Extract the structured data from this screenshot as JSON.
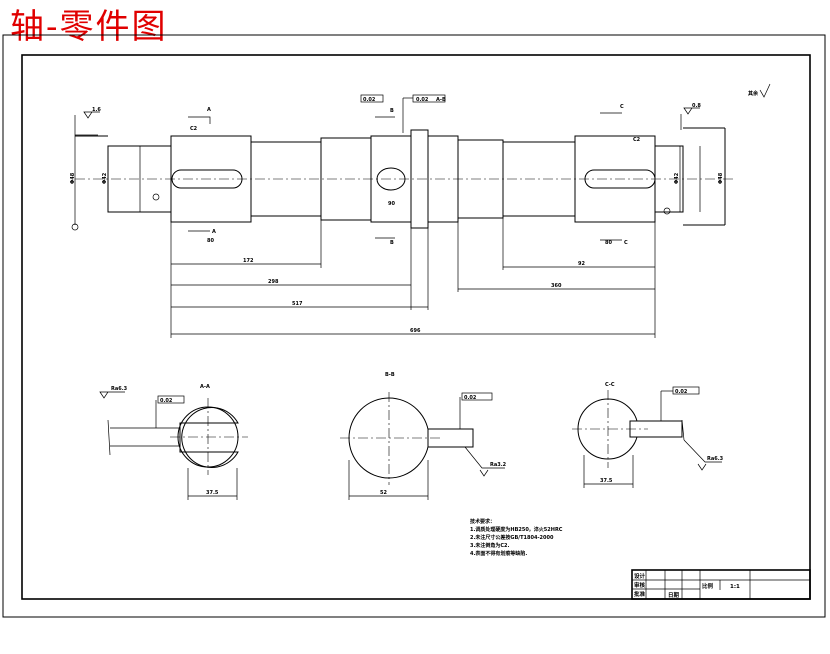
{
  "title": "轴-零件图",
  "colors": {
    "title": "#e00000",
    "line": "#000000"
  },
  "surface_finish": "其余",
  "sections": {
    "a": "A-A",
    "b": "B-B",
    "c": "C-C"
  },
  "cut_labels": {
    "a": "A",
    "b": "B",
    "c": "C"
  },
  "main_view": {
    "tol_frame_1": "0.02",
    "tol_frame_2": "0.02",
    "tol_frame_2_ref": "A-B",
    "roughness_left": "1.6",
    "roughness_right": "0.8",
    "chamfer_left": "C2",
    "chamfer_right": "C2",
    "diameters": {
      "left_end": "Φ48",
      "left_step": "Φ42",
      "right_step": "Φ42",
      "right_end": "Φ48"
    },
    "keyway_left": "80",
    "keyway_right": "80",
    "groove_width": "90",
    "dims": {
      "d1": "172",
      "d2": "298",
      "d3": "517",
      "d4": "696",
      "d5": "92",
      "d6": "360"
    }
  },
  "section_views": {
    "a": {
      "roughness": "Ra6.3",
      "tol": "0.02",
      "width": "37.5"
    },
    "b": {
      "roughness": "Ra3.2",
      "tol": "0.02",
      "width": "52"
    },
    "c": {
      "roughness": "Ra6.3",
      "tol": "0.02",
      "width": "37.5"
    }
  },
  "notes": {
    "heading": "技术要求：",
    "items": [
      "1.调质处理硬度为HB250，淬火52HRC",
      "2.未注尺寸公差按GB/T1804-2000",
      "3.未注倒角为C2.",
      "4.表面不得有划痕等缺陷."
    ]
  },
  "title_block": {
    "design": "设计",
    "review": "审核",
    "approve": "批准",
    "scale_label": "比例",
    "scale_value": "1:1",
    "date": "日期"
  }
}
